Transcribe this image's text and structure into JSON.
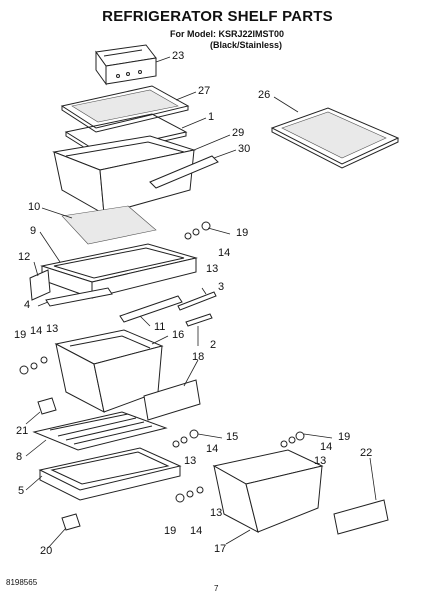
{
  "header": {
    "title": "REFRIGERATOR SHELF PARTS",
    "model_line": "For Model: KSRJ22IMST00",
    "finish_line": "(Black/Stainless)"
  },
  "callouts": {
    "c23": "23",
    "c27": "27",
    "c1": "1",
    "c29": "29",
    "c30": "30",
    "c26": "26",
    "c10": "10",
    "c9": "9",
    "c19a": "19",
    "c14a": "14",
    "c13a": "13",
    "c12": "12",
    "c3": "3",
    "c4": "4",
    "c11": "11",
    "c16": "16",
    "c2": "2",
    "c19b": "19",
    "c14b": "14",
    "c13b": "13",
    "c18": "18",
    "c21": "21",
    "c8": "8",
    "c15": "15",
    "c13c": "13",
    "c14c": "14",
    "c19c": "19",
    "c14d": "14",
    "c13d": "13",
    "c22": "22",
    "c5": "5",
    "c13e": "13",
    "c19d": "19",
    "c14e": "14",
    "c17": "17",
    "c20": "20"
  },
  "footer": {
    "doc_number": "8198565",
    "page_number": "7"
  }
}
